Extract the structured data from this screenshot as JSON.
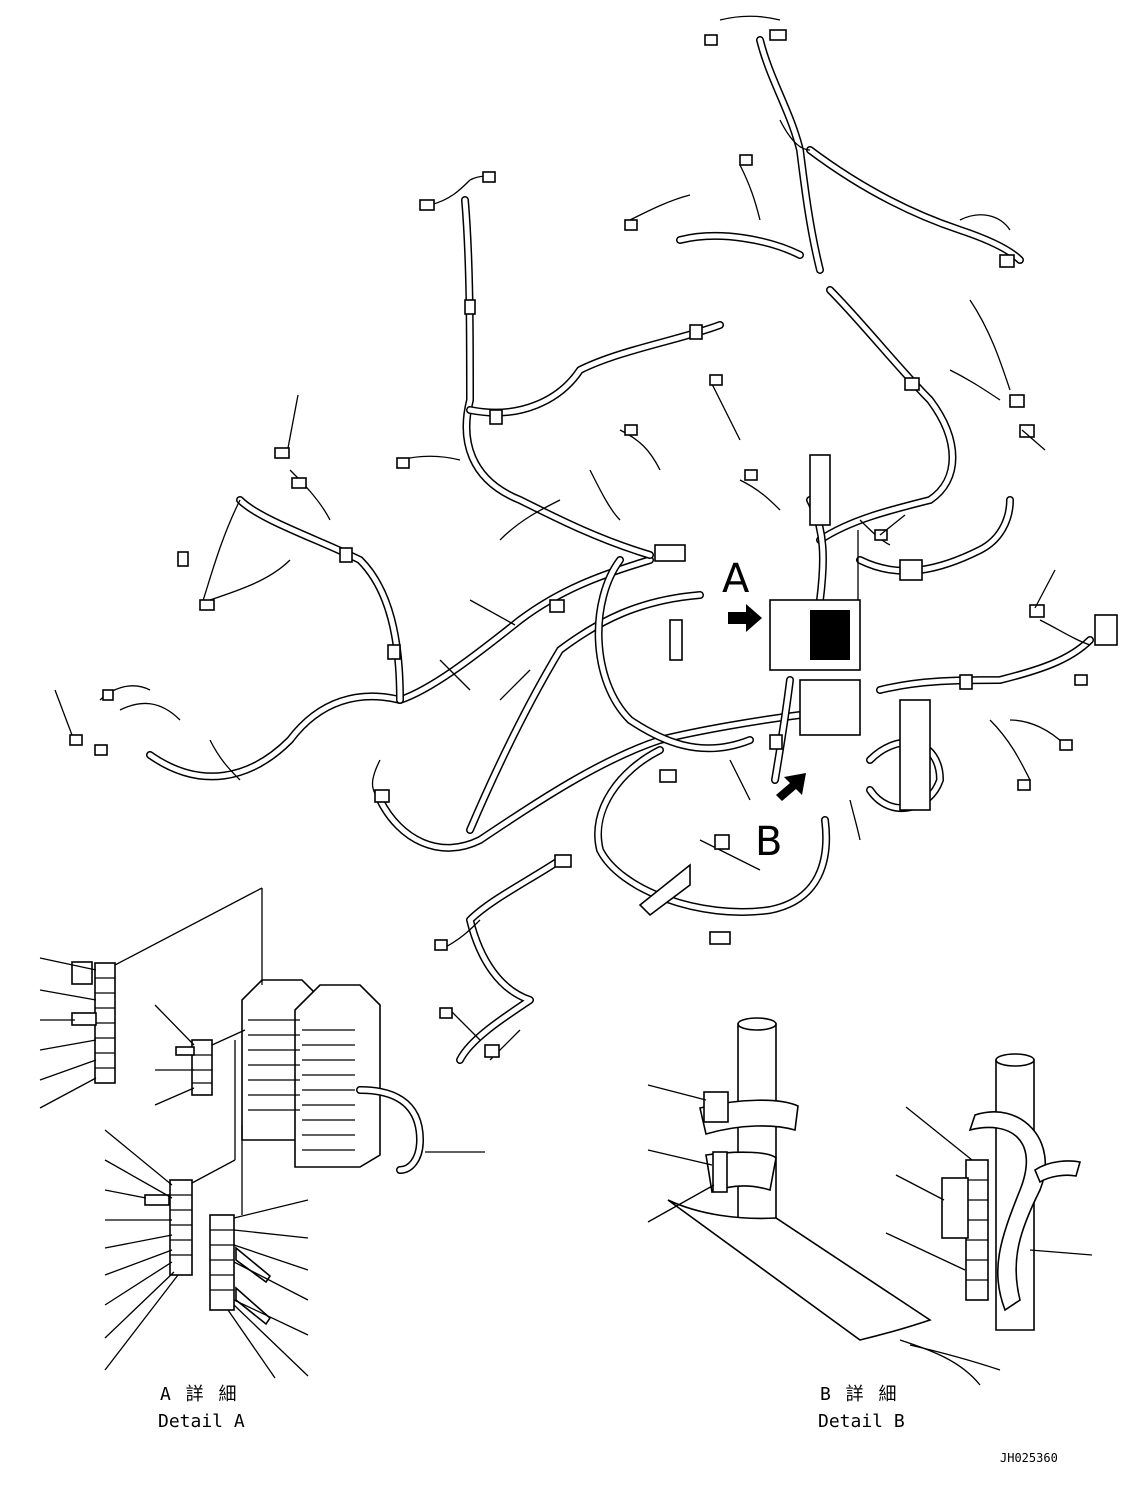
{
  "callouts": {
    "view_a": "A",
    "view_b": "B"
  },
  "details": {
    "a_jp": "A 詳 細",
    "a_en": "Detail A",
    "b_jp": "B 詳 細",
    "b_en": "Detail B"
  },
  "drawing_number": "JH025360"
}
